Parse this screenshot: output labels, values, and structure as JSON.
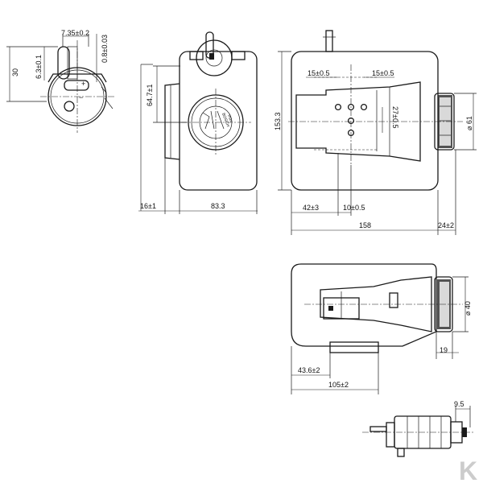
{
  "dimensions": {
    "d_7_35": "7.35±0.2",
    "d_0_8": "0.8±0.03",
    "d_6_3": "6.3±0.1",
    "d_30": "30",
    "d_64_7": "64.7±1",
    "d_16": "16±1",
    "d_83_3": "83.3",
    "d_153_3": "153.3",
    "d_15a": "15±0.5",
    "d_15b": "15±0.5",
    "d_27": "27±0.5",
    "d_dia61": "⌀ 61",
    "d_42": "42±3",
    "d_10": "10±0.5",
    "d_158": "158",
    "d_24": "24±2",
    "d_dia40": "⌀ 40",
    "d_19": "19",
    "d_43_6": "43.6±2",
    "d_105": "105±2",
    "d_9_5": "9.5"
  },
  "marks": {
    "cap_text_1": "BOSCH",
    "cap_text_2": "max",
    "plus": "+",
    "minus": "−"
  },
  "logo": {
    "letter": "K",
    "color": "#cccccc"
  }
}
